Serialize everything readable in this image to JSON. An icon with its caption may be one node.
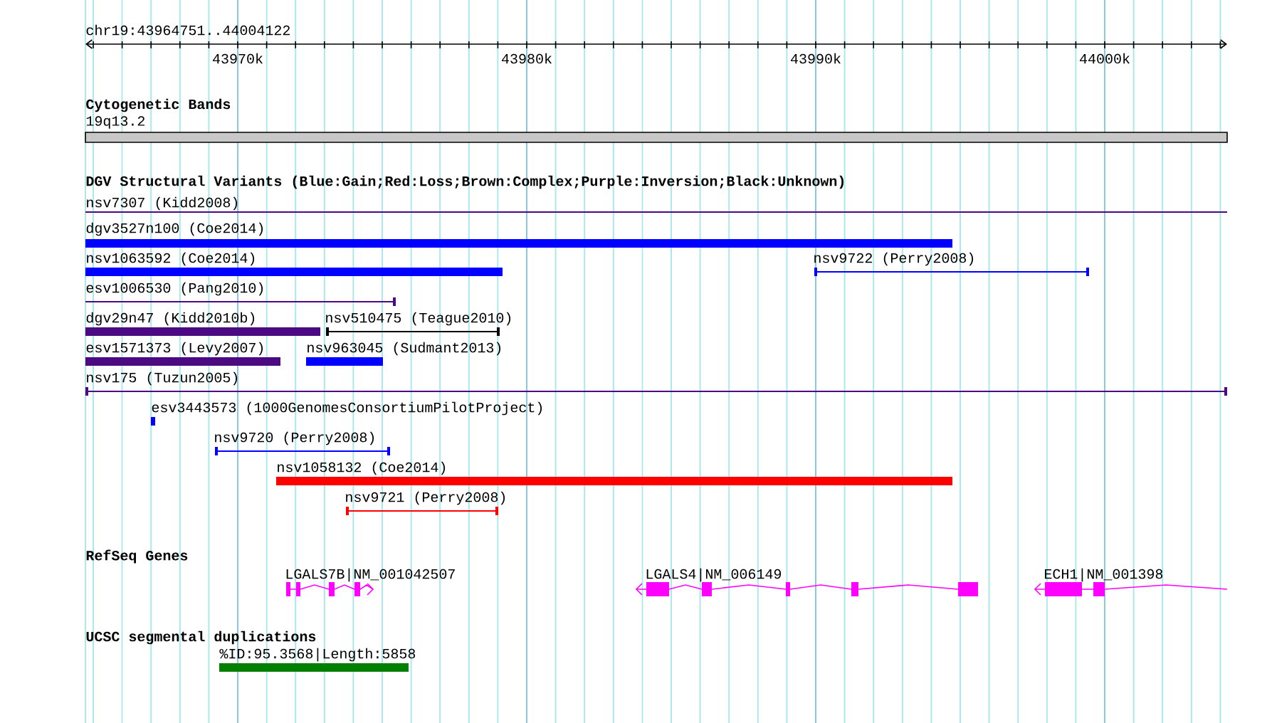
{
  "diagram": {
    "nodes": [
      {
        "text": [
          "19q13.2"
        ]
      },
      {
        "text": [
          "nsv7307 (Kidd2008)"
        ]
      },
      {
        "text": [
          "dgv3527n100 (Coe2014)"
        ]
      },
      {
        "text": [
          "nsv1063592 (Coe2014)"
        ]
      },
      {
        "text": [
          "nsv9722 (Perry2008)"
        ]
      },
      {
        "text": [
          "esv1006530 (Pang2010)"
        ]
      },
      {
        "text": [
          "dgv29n47 (Kidd2010b)"
        ]
      },
      {
        "text": [
          "nsv510475 (Teague2010)"
        ]
      },
      {
        "text": [
          "esv1571373 (Levy2007)"
        ]
      },
      {
        "text": [
          "nsv963045 (Sudmant2013)"
        ]
      },
      {
        "text": [
          "nsv175 (Tuzun2005)"
        ]
      },
      {
        "text": [
          "esv3443573 (1000GenomesConsortiumPilotProject)"
        ]
      },
      {
        "text": [
          "nsv9720 (Perry2008)"
        ]
      },
      {
        "text": [
          "nsv1058132 (Coe2014)"
        ]
      },
      {
        "text": [
          "nsv9721 (Perry2008)"
        ]
      },
      {
        "text": [
          "LGALS7B|NM_001042507"
        ]
      },
      {
        "text": [
          "LGALS4|NM_006149"
        ]
      },
      {
        "text": [
          "ECH1|NM_001398"
        ]
      },
      {
        "text": [
          "%ID:95.3568|Length:5858"
        ]
      }
    ],
    "labels": [
      "chr19:43964751..44004122",
      "43970k",
      "43980k",
      "43990k",
      "44000k",
      "Cytogenetic Bands",
      "DGV Structural Variants (Blue:Gain;Red:Loss;Brown:Complex;Purple:Inversion;Black:Unknown)",
      "RefSeq Genes",
      "UCSC segmental duplications"
    ]
  }
}
